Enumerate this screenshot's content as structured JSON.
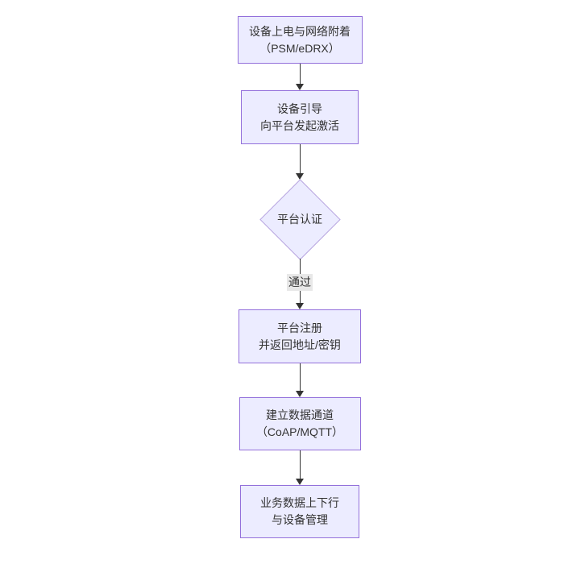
{
  "diagram": {
    "type": "flowchart-top-down",
    "colors": {
      "background": "#ffffff",
      "node_fill": "#ECECFF",
      "node_border": "#9370DB",
      "diamond_border": "#b9a7e0",
      "arrow": "#333333",
      "text": "#333333",
      "edge_label_bg": "#e8e8e8"
    },
    "nodes": [
      {
        "id": "power-on",
        "shape": "rect",
        "lines": [
          "设备上电与网络附着",
          "（PSM/eDRX）"
        ]
      },
      {
        "id": "bootstrap",
        "shape": "rect",
        "lines": [
          "设备引导",
          "向平台发起激活"
        ]
      },
      {
        "id": "platform-auth",
        "shape": "diamond",
        "lines": [
          "平台认证"
        ]
      },
      {
        "id": "platform-register",
        "shape": "rect",
        "lines": [
          "平台注册",
          "并返回地址/密钥"
        ]
      },
      {
        "id": "data-channel",
        "shape": "rect",
        "lines": [
          "建立数据通道",
          "（CoAP/MQTT）"
        ]
      },
      {
        "id": "business-data",
        "shape": "rect",
        "lines": [
          "业务数据上下行",
          "与设备管理"
        ]
      }
    ],
    "edges": [
      {
        "from": "power-on",
        "to": "bootstrap",
        "label": ""
      },
      {
        "from": "bootstrap",
        "to": "platform-auth",
        "label": ""
      },
      {
        "from": "platform-auth",
        "to": "platform-register",
        "label": "通过"
      },
      {
        "from": "platform-register",
        "to": "data-channel",
        "label": ""
      },
      {
        "from": "data-channel",
        "to": "business-data",
        "label": ""
      }
    ]
  }
}
